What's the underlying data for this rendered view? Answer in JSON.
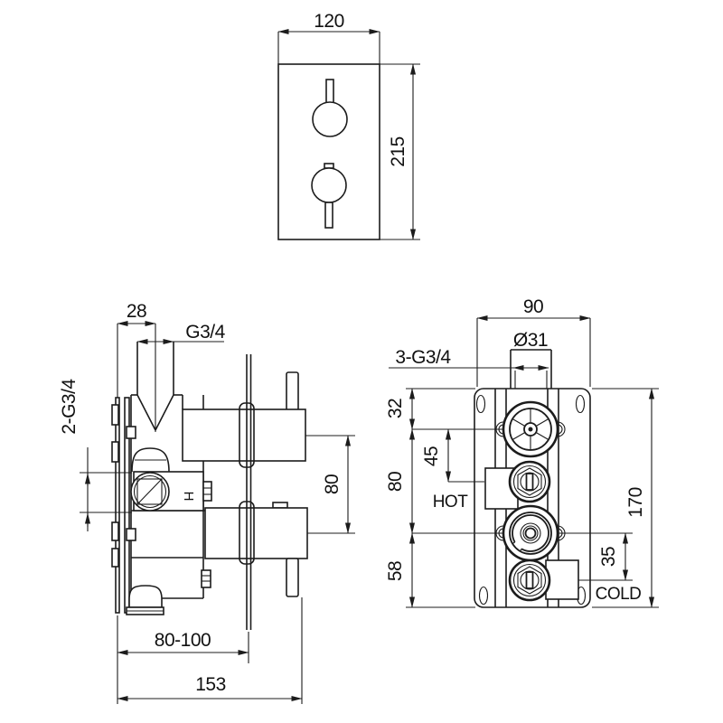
{
  "drawing": {
    "front_view": {
      "width": "120",
      "height": "215"
    },
    "side_view": {
      "wall_to_inlet": "28",
      "top_inlet_thread": "G3/4",
      "side_inlet_threads": "2-G3/4",
      "hot_marker": "H",
      "handle_spacing": "80",
      "wall_depth_range": "80-100",
      "total_depth": "153"
    },
    "rear_view": {
      "body_width": "90",
      "outlet_diameter": "Ø31",
      "thread_spec": "3-G3/4",
      "top_port_offset": "32",
      "hot_port_offset": "45",
      "port_spacing": "80",
      "bottom_port_offset": "58",
      "cold_port_offset": "35",
      "mount_height": "170",
      "hot_label": "HOT",
      "cold_label": "COLD"
    }
  },
  "colors": {
    "line": "#1c1c1c",
    "background": "#ffffff"
  }
}
